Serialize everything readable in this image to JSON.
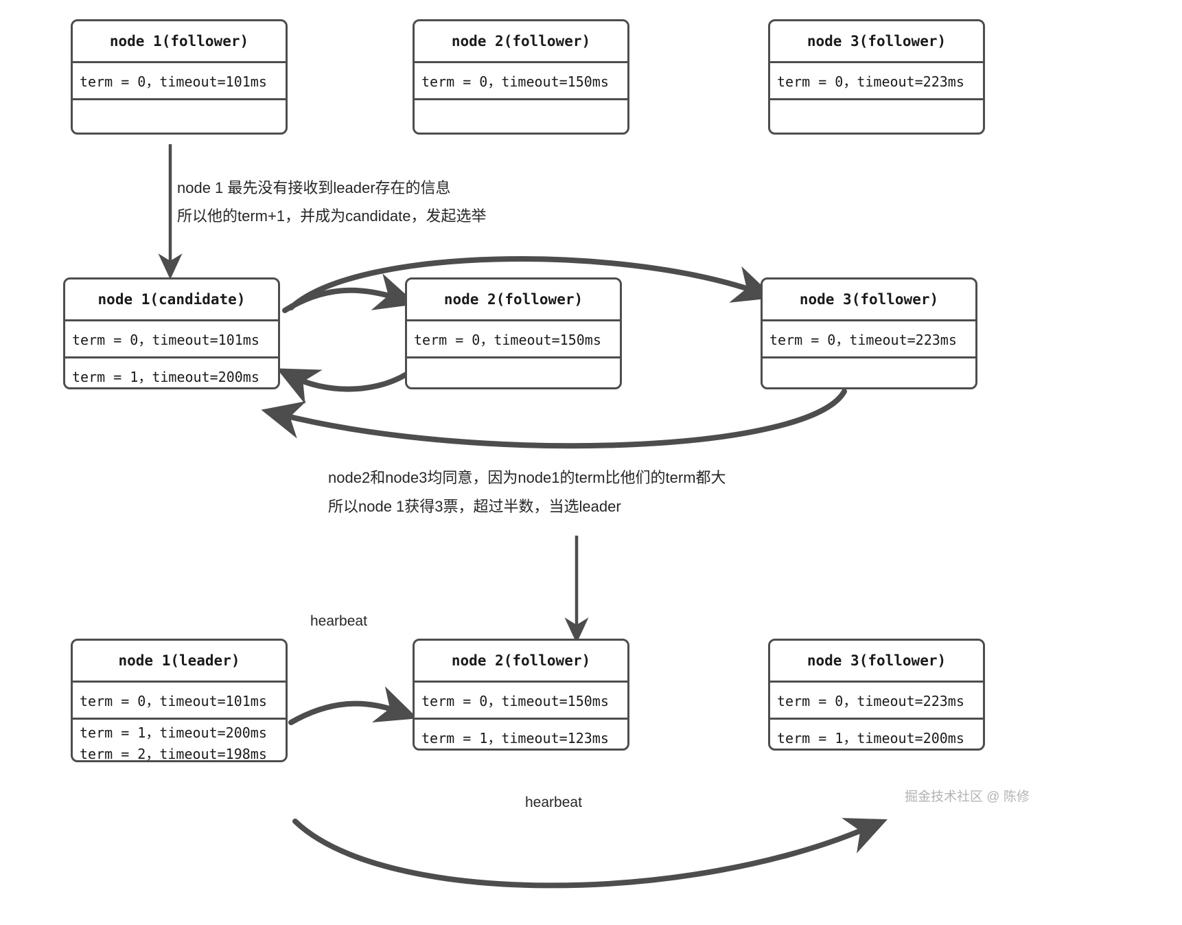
{
  "diagram": {
    "title": "Raft leader election flow",
    "stroke_color": "#4d4d4d",
    "text_color": "#1a1a1a",
    "caption_color": "#262626"
  },
  "stages": [
    {
      "id": "stage-initial",
      "nodes": [
        {
          "id": "node1-follower",
          "title": "node 1(follower)",
          "rows": [
            "term = 0，timeout=101ms",
            ""
          ]
        },
        {
          "id": "node2-follower",
          "title": "node 2(follower)",
          "rows": [
            "term = 0，timeout=150ms",
            ""
          ]
        },
        {
          "id": "node3-follower",
          "title": "node 3(follower)",
          "rows": [
            "term = 0，timeout=223ms",
            ""
          ]
        }
      ]
    },
    {
      "id": "stage-election",
      "nodes": [
        {
          "id": "node1-candidate",
          "title": "node 1(candidate)",
          "rows": [
            "term = 0，timeout=101ms",
            "term = 1，timeout=200ms"
          ]
        },
        {
          "id": "node2-follower-2",
          "title": "node 2(follower)",
          "rows": [
            "term = 0，timeout=150ms",
            ""
          ]
        },
        {
          "id": "node3-follower-2",
          "title": "node 3(follower)",
          "rows": [
            "term = 0，timeout=223ms",
            ""
          ]
        }
      ]
    },
    {
      "id": "stage-leader",
      "nodes": [
        {
          "id": "node1-leader",
          "title": "node 1(leader)",
          "rows": [
            "term = 0，timeout=101ms"
          ],
          "row_double": [
            "term = 1，timeout=200ms",
            "term = 2，timeout=198ms"
          ]
        },
        {
          "id": "node2-follower-3",
          "title": "node 2(follower)",
          "rows": [
            "term = 0，timeout=150ms",
            "term = 1，timeout=123ms"
          ]
        },
        {
          "id": "node3-follower-3",
          "title": "node 3(follower)",
          "rows": [
            "term = 0，timeout=223ms",
            "term = 1，timeout=200ms"
          ]
        }
      ]
    }
  ],
  "captions": {
    "election_trigger": {
      "line1": "node 1 最先没有接收到leader存在的信息",
      "line2": "所以他的term+1，并成为candidate，发起选举"
    },
    "election_result": {
      "line1": "node2和node3均同意，因为node1的term比他们的term都大",
      "line2": "所以node 1获得3票，超过半数，当选leader"
    }
  },
  "edge_labels": {
    "heartbeat_top": "hearbeat",
    "heartbeat_bottom": "hearbeat"
  },
  "watermark": "掘金技术社区 @ 陈修"
}
